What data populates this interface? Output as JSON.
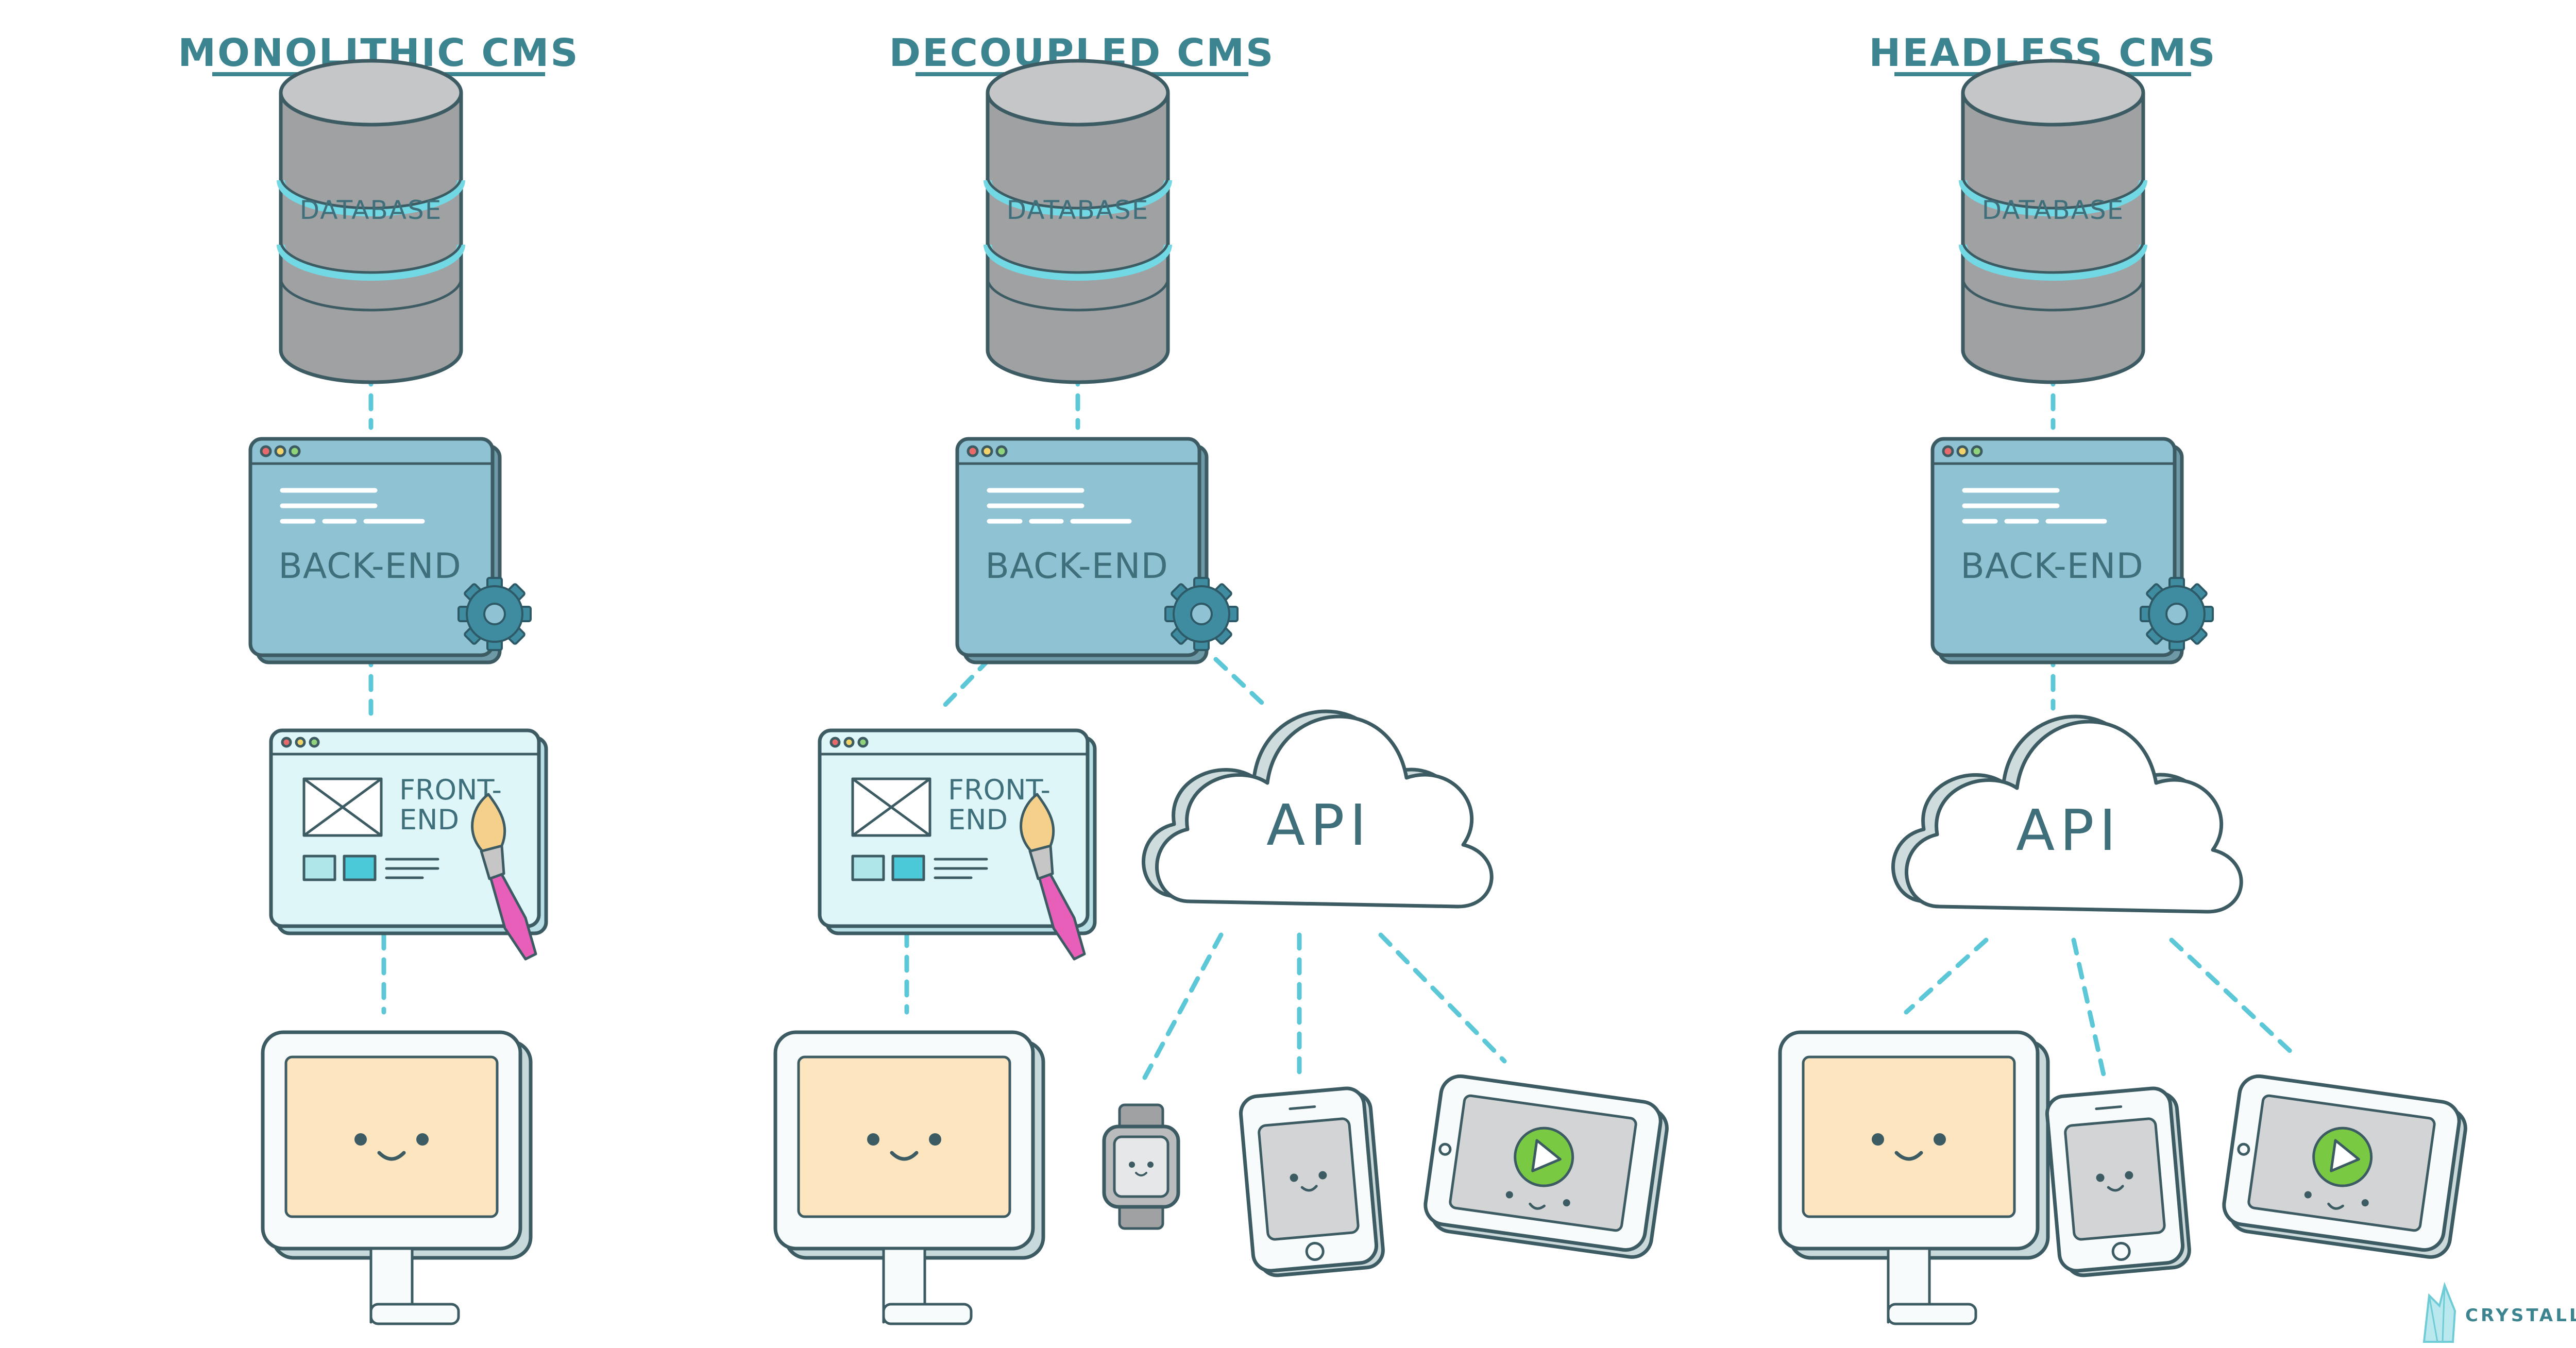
{
  "columns": [
    {
      "title": "MONOLITHIC CMS",
      "database_label": "DATABASE",
      "backend_label": "BACK-END",
      "frontend_label_line1": "FRONT-",
      "frontend_label_line2": "END"
    },
    {
      "title": "DECOUPLED CMS",
      "database_label": "DATABASE",
      "backend_label": "BACK-END",
      "frontend_label_line1": "FRONT-",
      "frontend_label_line2": "END",
      "api_label": "API"
    },
    {
      "title": "HEADLESS CMS",
      "database_label": "DATABASE",
      "backend_label": "BACK-END",
      "api_label": "API"
    }
  ],
  "brand": {
    "name": "CRYSTALLIZE",
    "icon": "crystal-logo-icon"
  },
  "colors": {
    "title": "#3b8490",
    "connector": "#5cc7d6",
    "database_body": "#9fa1a3",
    "database_band": "#72d9e4",
    "backend_panel": "#8fc3d3",
    "frontend_panel": "#dff6f9",
    "screen_face": "#fde6bf",
    "cloud": "#ffffff",
    "gear": "#3f8ba0",
    "brush": "#e85fb9",
    "play": "#7ac943"
  }
}
